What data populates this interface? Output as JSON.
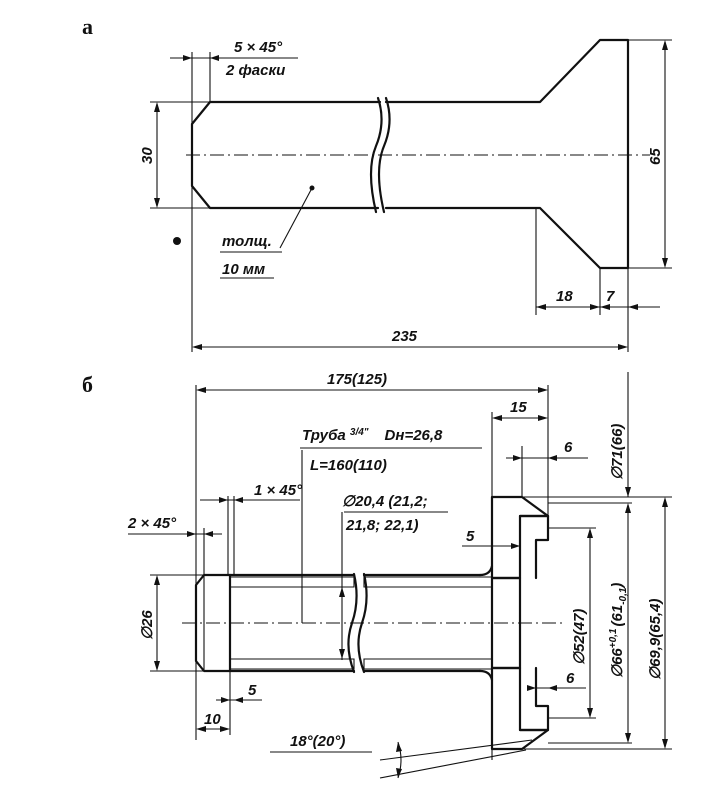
{
  "panel_a": {
    "label": "а",
    "chamfer_size": "5 × 45°",
    "chamfer_note": "2 фаски",
    "height_left": "30",
    "height_right": "65",
    "thickness_label": "толщ.",
    "thickness_value": "10 мм",
    "dim_18": "18",
    "dim_7": "7",
    "total_length": "235"
  },
  "panel_b": {
    "label": "б",
    "total_length": "175(125)",
    "flange_width": "15",
    "pipe_label": "Труба ",
    "pipe_fraction": "3/4\"",
    "pipe_dn": "Dн=26,8",
    "pipe_length": "L=160(110)",
    "chamfer_1": "1 × 45°",
    "chamfer_2": "2 × 45°",
    "bore_line1": "∅20,4 (21,2;",
    "bore_line2": "21,8; 22,1)",
    "dia_26": "∅26",
    "dim_5_top": "5",
    "dim_5_bottom": "5",
    "dim_10": "10",
    "dim_6_top": "6",
    "dim_6_bottom": "6",
    "dia_71": "∅71(66)",
    "dia_69": "∅69,9(65,4)",
    "dia_66": "∅66",
    "dia_66_tol_upper": "+0,1",
    "dia_66_paren": "(61",
    "dia_66_tol_lower": "-0,1",
    "dia_66_close": ")",
    "dia_52": "∅52(47)",
    "angle": "18°(20°)"
  }
}
